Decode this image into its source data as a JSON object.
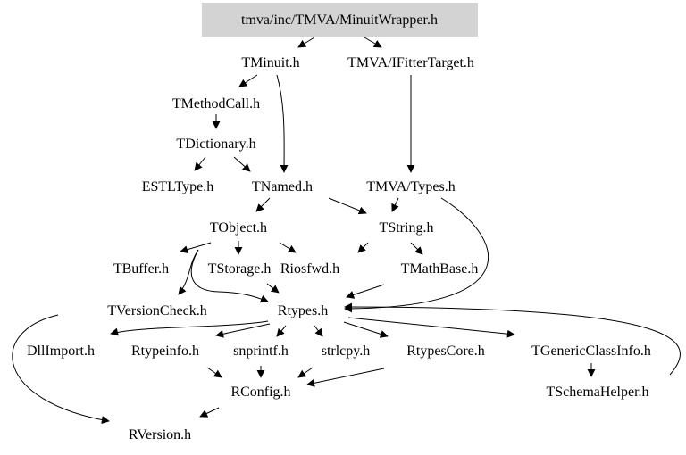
{
  "graph": {
    "root": "tmva/inc/TMVA/MinuitWrapper.h",
    "root_fill": "#d3d3d3",
    "nodes": {
      "tminuit": "TMinuit.h",
      "ifittertarget": "TMVA/IFitterTarget.h",
      "tmethodcall": "TMethodCall.h",
      "tdictionary": "TDictionary.h",
      "estltype": "ESTLType.h",
      "tnamed": "TNamed.h",
      "types": "TMVA/Types.h",
      "tobject": "TObject.h",
      "tstring": "TString.h",
      "tbuffer": "TBuffer.h",
      "tstorage": "TStorage.h",
      "riosfwd": "Riosfwd.h",
      "tmathbase": "TMathBase.h",
      "tversioncheck": "TVersionCheck.h",
      "rtypes": "Rtypes.h",
      "dllimport": "DllImport.h",
      "rtypeinfo": "Rtypeinfo.h",
      "snprintf": "snprintf.h",
      "strlcpy": "strlcpy.h",
      "rtypescore": "RtypesCore.h",
      "tgenericclassinfo": "TGenericClassInfo.h",
      "rconfig": "RConfig.h",
      "tschemahelper": "TSchemaHelper.h",
      "rversion": "RVersion.h"
    }
  }
}
